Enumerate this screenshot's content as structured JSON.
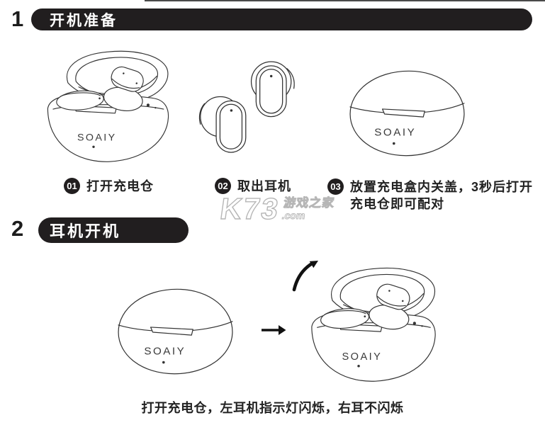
{
  "colors": {
    "pill_bg": "#211e1f",
    "ink": "#222222",
    "line_art": "#333333",
    "watermark": "#b3b3b3"
  },
  "section1": {
    "number": "1",
    "title": "开机准备",
    "steps": [
      {
        "badge": "01",
        "lines": [
          "打开充电仓"
        ]
      },
      {
        "badge": "02",
        "lines": [
          "取出耳机"
        ]
      },
      {
        "badge": "03",
        "lines": [
          "放置充电盒内关盖，3秒后打开",
          "充电仓即可配对"
        ]
      }
    ]
  },
  "section2": {
    "number": "2",
    "title": "耳机开机",
    "caption": "打开充电仓，左耳机指示灯闪烁，右耳不闪烁"
  },
  "brand": {
    "logo": "SOAIY"
  },
  "watermark": {
    "k73": "K73",
    "site": "游戏之家",
    "com": ".com"
  }
}
